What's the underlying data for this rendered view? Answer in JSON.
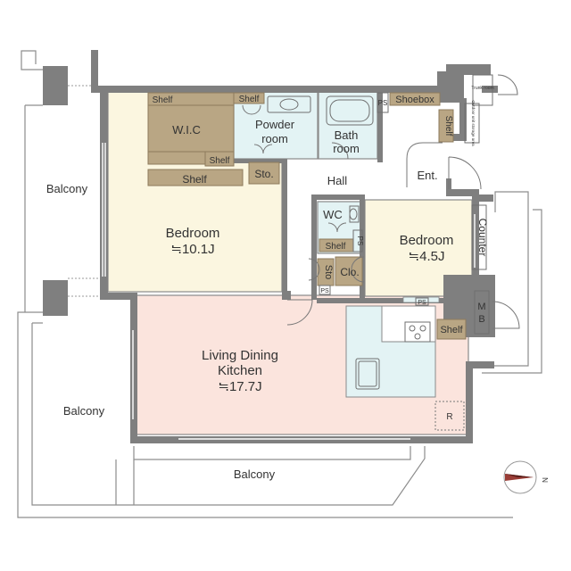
{
  "labels": {
    "balcony_left_upper": "Balcony",
    "balcony_left_lower": "Balcony",
    "balcony_bottom": "Balcony",
    "bedroom_main_name": "Bedroom",
    "bedroom_main_size": "≒10.1J",
    "wic": "W.I.C",
    "shelf_wic_top": "Shelf",
    "shelf_wic_small": "Shelf",
    "shelf_bedroom": "Shelf",
    "shelf_powder": "Shelf",
    "powder_room_line1": "Powder",
    "powder_room_line2": "room",
    "bath_line1": "Bath",
    "bath_line2": "room",
    "ps_top": "PS",
    "shoebox": "Shoebox",
    "trunk_room": "Trunk room",
    "outdoor_storage": "Outdoor unit storage area",
    "shelf_entrance": "Shelf",
    "sto_upper": "Sto.",
    "hall": "Hall",
    "ent": "Ent.",
    "wc": "WC",
    "shelf_wc": "Shelf",
    "ps_wc": "PS",
    "sto_lower": "Sto",
    "clo": "Clo.",
    "ps_lower_left": "PS",
    "ps_lower_right": "PS",
    "bedroom_small_name": "Bedroom",
    "bedroom_small_size": "≒4.5J",
    "counter": "Counter",
    "mb": "MB",
    "shelf_kitchen": "Shelf",
    "ldk_line1": "Living Dining",
    "ldk_line2": "Kitchen",
    "ldk_size": "≒17.7J",
    "refrigerator": "R",
    "compass_n": "N"
  },
  "colors": {
    "wall": "#7f7f7f",
    "bedroom_floor": "#fbf6e0",
    "ldk_floor": "#fbe4dd",
    "wet_floor": "#e3f3f4",
    "shelf_fill": "#b9a684",
    "compass": "#9a3d36"
  }
}
